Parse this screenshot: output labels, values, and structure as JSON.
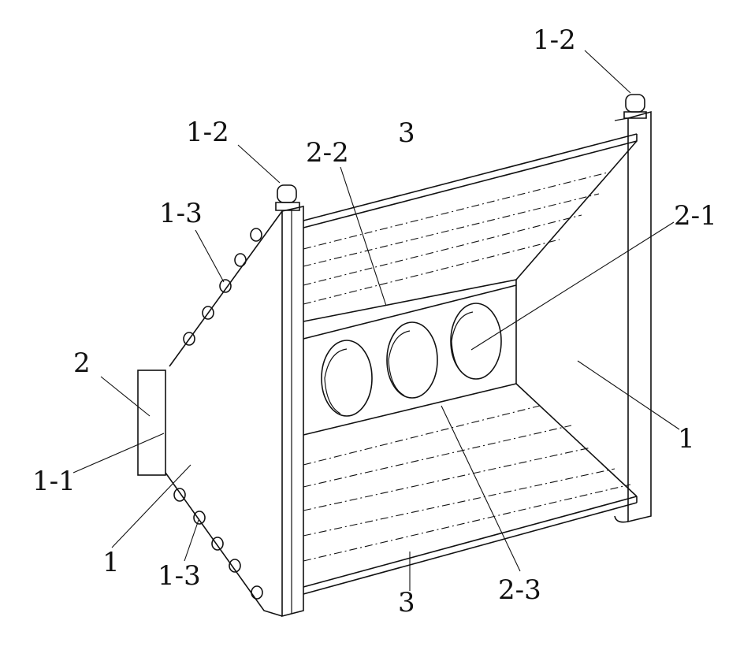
{
  "labels": {
    "top_right_knob": "1-2",
    "top_left_knob": "1-2",
    "upper_plate": "3",
    "upper_panel": "2-2",
    "hole": "2-1",
    "left_upper_studs": "1-3",
    "box": "2",
    "right_side": "1",
    "box_edge": "1-1",
    "left_side": "1",
    "left_lower_studs": "1-3",
    "lower_plate": "3",
    "lower_panel": "2-3"
  }
}
